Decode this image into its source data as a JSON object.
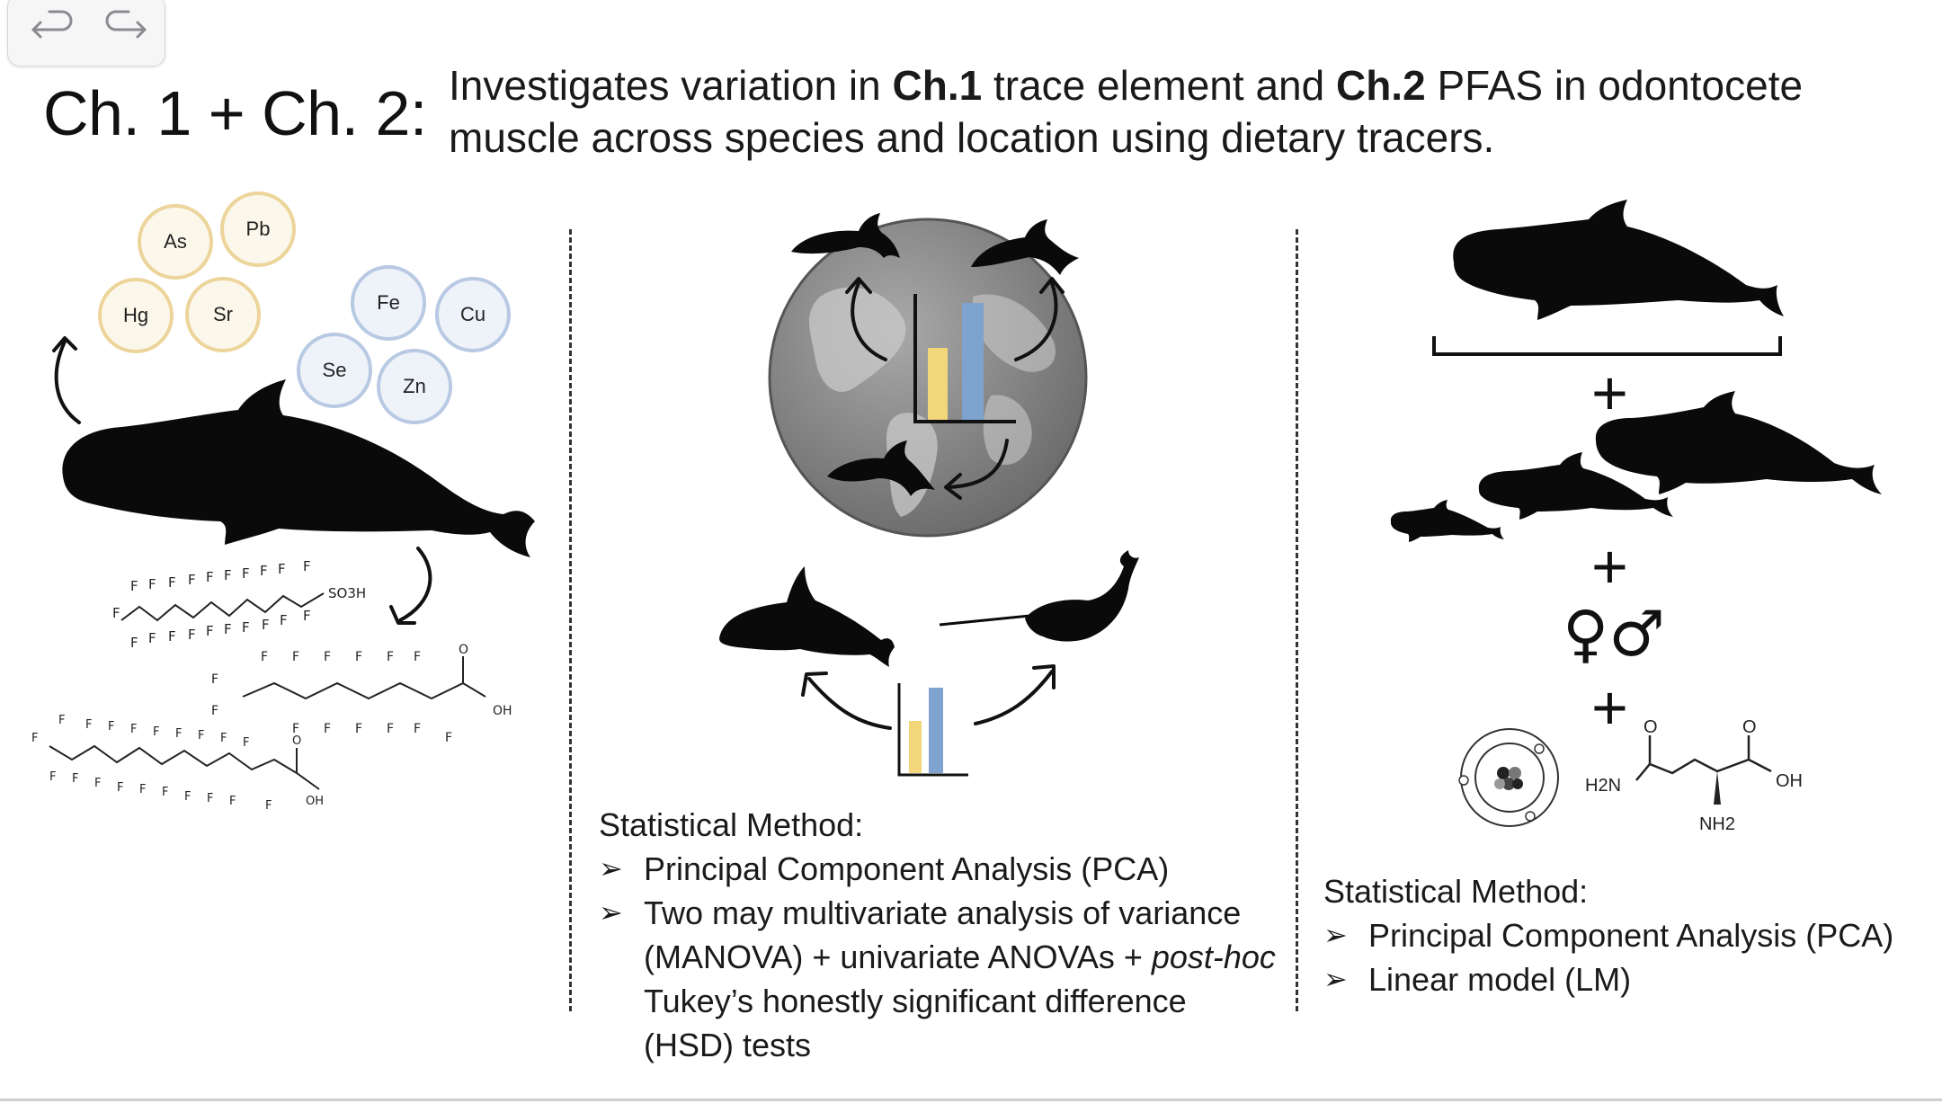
{
  "toolbar": {
    "undo_icon": "undo-arrow-icon",
    "redo_icon": "redo-arrow-icon"
  },
  "header": {
    "title": "Ch. 1 + Ch. 2:",
    "subtitle_parts": {
      "p1": "Investigates variation in ",
      "b1": "Ch.1",
      "p2": " trace element and ",
      "b2": "Ch.2",
      "p3": " PFAS in odontocete muscle across species and location using dietary tracers."
    }
  },
  "left_panel": {
    "elements_gold": [
      "As",
      "Pb",
      "Hg",
      "Sr"
    ],
    "elements_blue": [
      "Fe",
      "Cu",
      "Se",
      "Zn"
    ],
    "molecule_labels": {
      "sulfonic": "SO3H",
      "acid": "OH"
    }
  },
  "middle_panel": {
    "colors": {
      "bar_yellow": "#f1d67a",
      "bar_blue": "#7ea3cf",
      "globe": "#8a8a8a"
    },
    "method_title": "Statistical Method:",
    "method_items": [
      {
        "text": "Principal Component Analysis (PCA)"
      },
      {
        "text_a": "Two may multivariate analysis of variance (MANOVA) + univariate ANOVAs + ",
        "text_i": "post-hoc",
        "text_b": " Tukey’s honestly significant difference (HSD) tests"
      }
    ]
  },
  "right_panel": {
    "plus": "+",
    "sex_symbols": "♀♂",
    "molecule_labels": {
      "h2n": "H2N",
      "oh": "OH",
      "nh2": "NH2",
      "o": "O"
    },
    "method_title": "Statistical Method:",
    "method_items": [
      "Principal Component Analysis (PCA)",
      "Linear model (LM)"
    ]
  }
}
